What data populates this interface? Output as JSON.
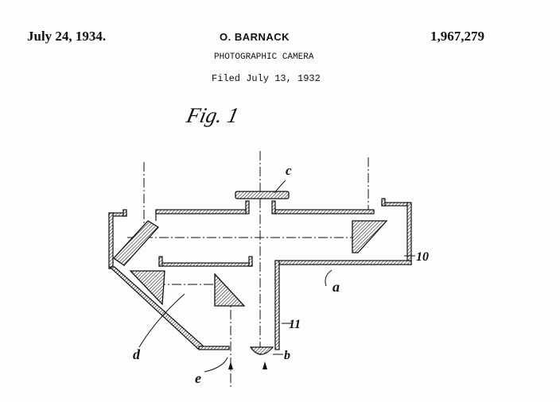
{
  "header": {
    "date": "July 24, 1934.",
    "inventor": "O. BARNACK",
    "patent_number": "1,967,279",
    "title": "PHOTOGRAPHIC CAMERA",
    "filed": "Filed July 13, 1932"
  },
  "figure": {
    "caption": "Fig. 1",
    "labels": {
      "c": "c",
      "a": "a",
      "b": "b",
      "d": "d",
      "e": "e",
      "ref_10": "10",
      "ref_11": "11"
    }
  }
}
